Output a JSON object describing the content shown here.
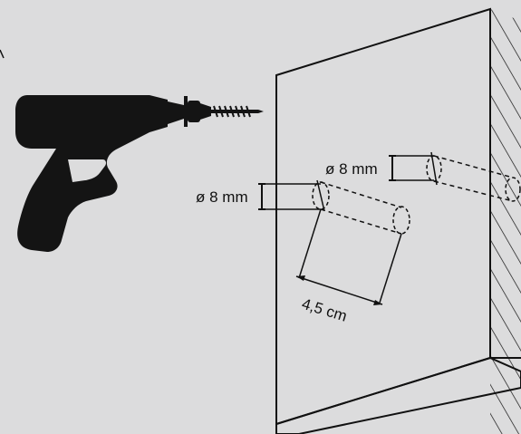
{
  "labels": {
    "diameter_left": "ø 8 mm",
    "diameter_right": "ø 8 mm",
    "spacing": "4,5 cm"
  },
  "colors": {
    "background": "#dcdcdd",
    "ink": "#111111",
    "drill": "#141414"
  },
  "icons": {
    "tool": "power-drill-icon",
    "bit": "screw-bit-icon"
  }
}
